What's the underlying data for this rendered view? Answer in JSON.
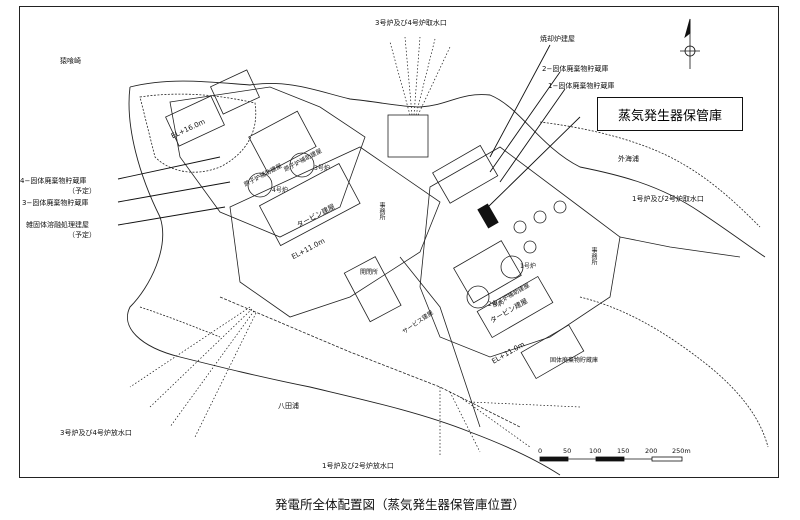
{
  "caption": "発電所全体配置図（蒸気発生器保管庫位置）",
  "callout": "蒸気発生器保管庫",
  "scale": {
    "ticks": [
      "0",
      "50",
      "100",
      "150",
      "200",
      "250m"
    ]
  },
  "labels": {
    "unit34_intake": "3号炉及び4号炉取水口",
    "unit12_intake": "1号炉及び2号炉取水口",
    "unit34_outfall": "3号炉及び4号炉放水口",
    "unit12_outfall": "1号炉及び2号炉放水口",
    "incinerator": "焼却炉建屋",
    "solid_waste_2": "2−固体廃棄物貯蔵庫",
    "solid_waste_1": "1−固体廃棄物貯蔵庫",
    "solid_waste_4": "4−固体廃棄物貯蔵庫",
    "solid_waste_4_planned": "（予定）",
    "solid_waste_3": "3−固体廃棄物貯蔵庫",
    "misc_solid": "雑固体溶融処理建屋",
    "misc_solid_planned": "（予定）",
    "kaname": "猿喰崎",
    "sotomakiura": "外海浦",
    "hatada": "八田浦",
    "el16": "EL+16.0m",
    "el11a": "EL+11.0m",
    "el11b": "EL+11.0m",
    "turbine_a": "タービン建屋",
    "turbine_b": "タービン建屋",
    "reactor_a": "原子炉補助建屋",
    "reactor_b": "原子炉補助建屋",
    "reactor_c": "原子炉補助建屋",
    "u4": "4号炉",
    "u3": "3号炉",
    "u2": "2号炉",
    "u1": "1号炉",
    "admin_a": "事務所",
    "admin_b": "事務所",
    "switchyard": "開閉所",
    "solid_store": "固体廃棄物貯蔵庫",
    "seawater": "サービス建屋"
  }
}
